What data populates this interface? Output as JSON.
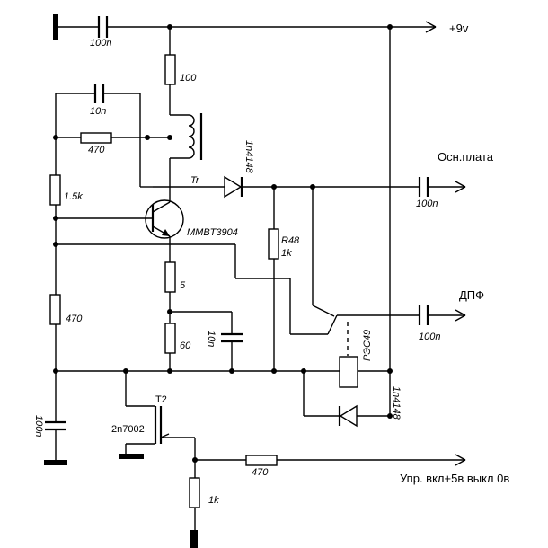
{
  "labels": {
    "c_top": "100n",
    "r_100": "100",
    "c_10n_top": "10n",
    "r_470_feedback": "470",
    "r_1_5k": "1.5k",
    "transistor_t1": "MMBT3904",
    "diode_top": "1n4148",
    "tr_mark": "Tr",
    "r48": "R48",
    "r48_value": "1k",
    "c_out_top": "100n",
    "r_5": "5",
    "r_60": "60",
    "c_10n_emitter": "10n",
    "r_470_base": "470",
    "relay": "РЭС49",
    "c_dpf": "100n",
    "diode_relay": "1n4148",
    "c_bottom": "100n",
    "t2_name": "T2",
    "t2_type": "2n7002",
    "r_470_ctrl": "470",
    "r_1k_gate": "1k"
  },
  "ports": {
    "supply": "+9v",
    "main_board": "Осн.плата",
    "dpf": "ДПФ",
    "control": "Упр. вкл+5в выкл 0в"
  }
}
